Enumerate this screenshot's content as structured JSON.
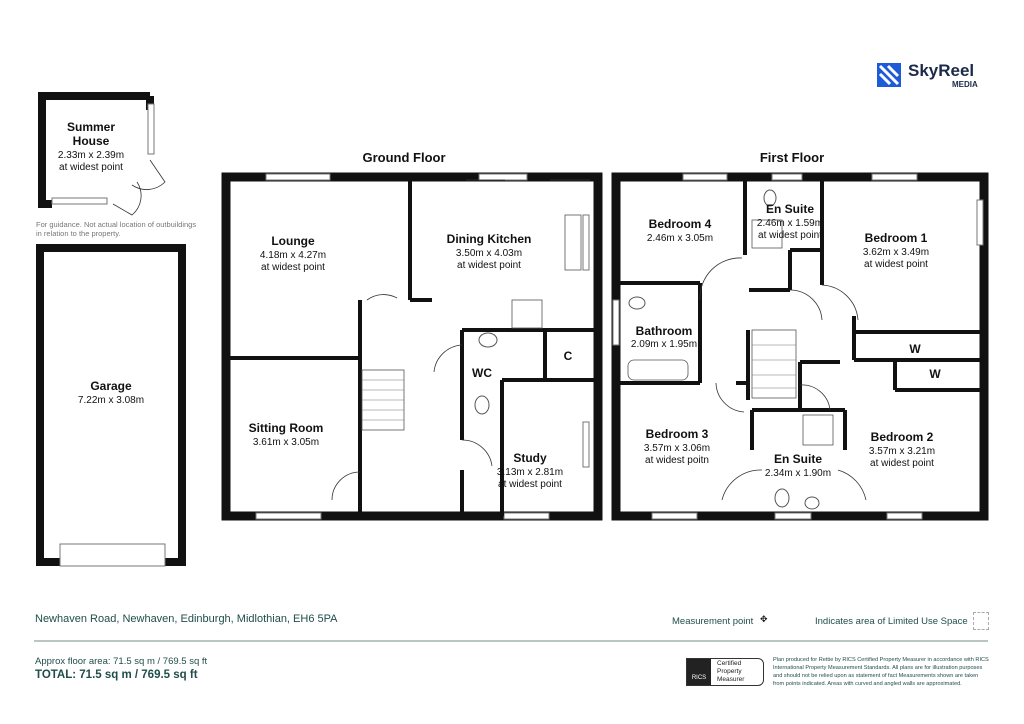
{
  "logo": {
    "name": "SkyReel",
    "sub": "MEDIA",
    "color": "#1e5bd8",
    "dark": "#1b2a4a"
  },
  "outbuildings": {
    "summer_house": {
      "name_1": "Summer",
      "name_2": "House",
      "dims": "2.33m x 2.39m",
      "note": "at widest point"
    },
    "guidance": "For guidance. Not actual location of outbuildings",
    "guidance_2": "in relation to the property.",
    "garage": {
      "name": "Garage",
      "dims": "7.22m x 3.08m"
    }
  },
  "ground_floor": {
    "title": "Ground Floor",
    "rooms": [
      {
        "name": "Lounge",
        "dims": "4.18m x 4.27m",
        "note": "at widest point"
      },
      {
        "name": "Dining Kitchen",
        "dims": "3.50m x 4.03m",
        "note": "at widest point"
      },
      {
        "name": "Sitting Room",
        "dims": "3.61m x 3.05m",
        "note": ""
      },
      {
        "name": "WC",
        "dims": "",
        "note": ""
      },
      {
        "name": "C",
        "dims": "",
        "note": ""
      },
      {
        "name": "Study",
        "dims": "3.13m x 2.81m",
        "note": "at widest point"
      }
    ]
  },
  "first_floor": {
    "title": "First Floor",
    "rooms": [
      {
        "name": "Bedroom 4",
        "dims": "2.46m x 3.05m",
        "note": ""
      },
      {
        "name": "En Suite",
        "dims": "2.46m x 1.59m",
        "note": "at widest point"
      },
      {
        "name": "Bedroom 1",
        "dims": "3.62m x 3.49m",
        "note": "at widest point"
      },
      {
        "name": "Bathroom",
        "dims": "2.09m x 1.95m",
        "note": ""
      },
      {
        "name": "W",
        "dims": "",
        "note": ""
      },
      {
        "name": "W",
        "dims": "",
        "note": ""
      },
      {
        "name": "Bedroom 3",
        "dims": "3.57m x 3.06m",
        "note": "at widest poitn"
      },
      {
        "name": "En Suite",
        "dims": "2.34m x 1.90m",
        "note": ""
      },
      {
        "name": "Bedroom 2",
        "dims": "3.57m x 3.21m",
        "note": "at widest point"
      }
    ]
  },
  "footer": {
    "address": "Newhaven Road, Newhaven, Edinburgh, Midlothian, EH6 5PA",
    "measurement_point": "Measurement point",
    "limited_use": "Indicates area of Limited Use Space",
    "approx_area": "Approx floor area: 71.5 sq m / 769.5 sq ft",
    "total": "TOTAL: 71.5 sq m / 769.5 sq ft",
    "rics_badge": "RICS",
    "rics_cert": [
      "Certified",
      "Property",
      "Measurer"
    ],
    "disclaimer": "Plan produced for Rettie by RICS Certified Property Measurer in accordance with RICS International Property Measurement Standards. All plans are for illustration purposes and should not be relied upon as statement of fact Measurements shown are taken from points indicated. Areas with curved and angled walls are approximated.",
    "text_color": "#1f4d4a"
  }
}
